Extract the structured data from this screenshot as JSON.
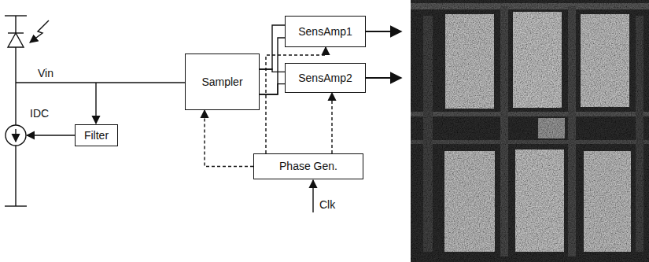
{
  "diagram": {
    "nodes": [
      {
        "text": [
          "Sampler"
        ]
      },
      {
        "text": [
          "SensAmp1"
        ]
      },
      {
        "text": [
          "SensAmp2"
        ]
      },
      {
        "text": [
          "Filter"
        ]
      },
      {
        "text": [
          "Phase Gen."
        ]
      }
    ],
    "edges": [
      {
        "from": 0,
        "to": 1,
        "arrow": "none"
      },
      {
        "from": 0,
        "to": 2,
        "arrow": "none"
      },
      {
        "from": 0,
        "to": 1,
        "arrow": "none"
      },
      {
        "from": 0,
        "to": 2,
        "arrow": "none"
      },
      {
        "from": 4,
        "to": 0,
        "arrow": "to"
      },
      {
        "from": 4,
        "to": 1,
        "arrow": "to"
      },
      {
        "from": 4,
        "to": 2,
        "arrow": "to"
      }
    ],
    "labels": [
      "Vin",
      "IDC",
      "Clk"
    ]
  }
}
